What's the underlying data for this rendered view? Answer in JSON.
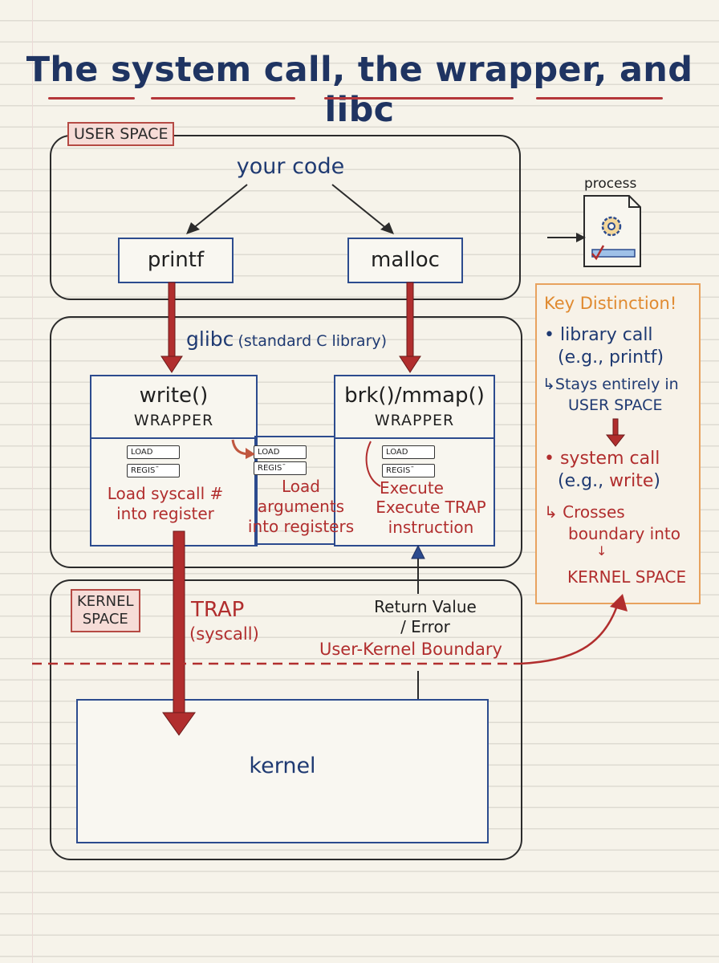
{
  "title": "The system call, the wrapper, and libc",
  "user_space": {
    "tag": "USER SPACE",
    "your_code": "your code",
    "printf": "printf",
    "malloc": "malloc"
  },
  "glibc": {
    "label": "glibc",
    "label_sub": "(standard C library)",
    "write_wrapper": {
      "name": "write()",
      "sub": "WRAPPER"
    },
    "brk_wrapper": {
      "name": "brk()/mmap()",
      "sub": "WRAPPER"
    },
    "registers": {
      "load": "LOAD",
      "regis": "REGISˉ"
    },
    "steps": {
      "load_syscall": [
        "Load syscall #",
        "into register"
      ],
      "load_args": [
        "Load",
        "arguments",
        "into registers"
      ],
      "execute": "Execute",
      "execute_trap": [
        "Execute TRAP",
        "instruction"
      ]
    }
  },
  "kernel_space": {
    "tag_line1": "KERNEL",
    "tag_line2": "SPACE",
    "trap": "TRAP",
    "trap_sub": "(syscall)",
    "return_value": [
      "Return Value",
      "/ Error"
    ],
    "boundary": "User-Kernel Boundary",
    "kernel": "kernel"
  },
  "process": {
    "label": "process"
  },
  "key_distinction": {
    "title": "Key Distinction!",
    "library_call": "• library call",
    "library_call_eg": "(e.g., printf)",
    "library_stays": "↳Stays entirely in",
    "library_stays_2": "USER SPACE",
    "system_call": "• system call",
    "system_call_eg_prefix": "(e.g., ",
    "system_call_eg_word": "write",
    "system_call_eg_suffix": ")",
    "system_crosses": "↳ Crosses",
    "system_crosses_2": "boundary into",
    "down_arrow": "↓",
    "kernel_space": "KERNEL SPACE"
  },
  "colors": {
    "navy": "#1f3a72",
    "red": "#b12e2e",
    "orange": "#e08a30",
    "ink": "#2b2b2b"
  }
}
